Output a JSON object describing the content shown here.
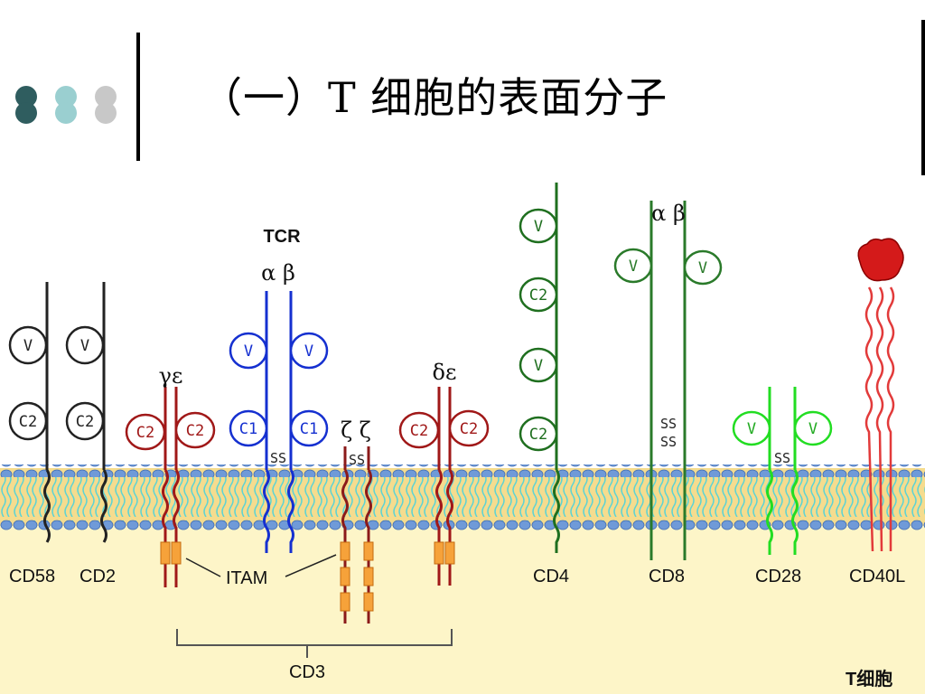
{
  "title": "（一）T 细胞的表面分子",
  "colors": {
    "membrane_bg": "#f5dc8e",
    "lipid_head": "#6f9ad8",
    "lipid_tail": "#5fd3d3",
    "cytoplasm": "#fdf5c8"
  },
  "labels": {
    "tcr": "TCR",
    "alpha_beta": "α β",
    "gamma_eps": "γε",
    "delta_eps": "δε",
    "zeta": "ζ ζ",
    "cd8_alpha_beta": "α β",
    "itam": "ITAM",
    "cd3": "CD3",
    "t_cell": "T细胞"
  },
  "domains": {
    "v": "V",
    "c1": "C1",
    "c2": "C2",
    "ss": "SS"
  },
  "molecules": {
    "cd58": "CD58",
    "cd2": "CD2",
    "cd4": "CD4",
    "cd8": "CD8",
    "cd28": "CD28",
    "cd40l": "CD40L"
  }
}
